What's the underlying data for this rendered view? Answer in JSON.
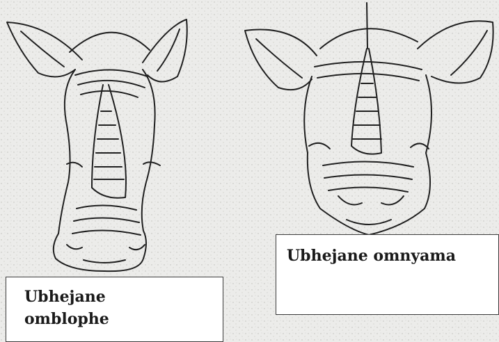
{
  "figure": {
    "background_color": "#e9e9e6",
    "line_color": "#1f1f1f",
    "left_image_icon": "white-rhino-head-drawing",
    "right_image_icon": "black-rhino-head-drawing"
  },
  "labels": {
    "white_rhino": [
      "Ubhejane",
      "omblophe"
    ],
    "black_rhino": "Ubhejane omnyama"
  }
}
